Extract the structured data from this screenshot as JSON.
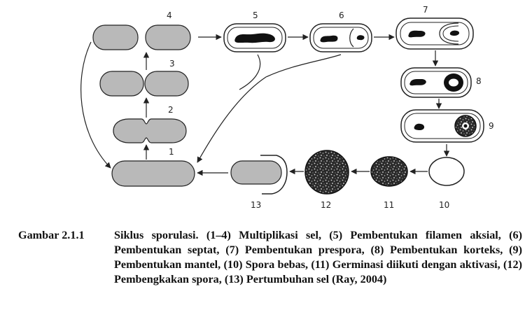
{
  "diagram": {
    "stage_labels": [
      "1",
      "2",
      "3",
      "4",
      "5",
      "6",
      "7",
      "8",
      "9",
      "10",
      "11",
      "12",
      "13"
    ],
    "colors": {
      "cell_fill": "#b9b9b9",
      "stroke": "#222222",
      "dark": "#111111"
    }
  },
  "caption": {
    "label": "Gambar 2.1.1",
    "text": "Siklus sporulasi. (1–4) Multiplikasi sel, (5) Pembentukan filamen aksial, (6) Pembentukan septat, (7) Pembentukan prespora, (8) Pembentukan korteks, (9) Pembentukan mantel, (10) Spora bebas, (11) Germinasi diikuti dengan aktivasi, (12) Pembengkakan spora, (13) Pertumbuhan sel (Ray, 2004)"
  }
}
